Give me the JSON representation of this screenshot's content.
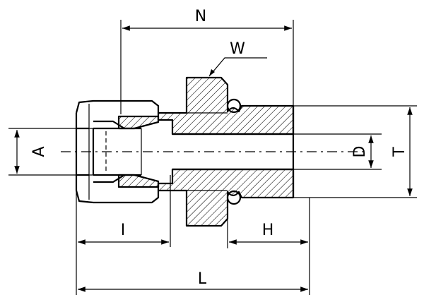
{
  "labels": {
    "N": "N",
    "W": "W",
    "A": "A",
    "D": "D",
    "T": "T",
    "I": "I",
    "H": "H",
    "L": "L"
  }
}
